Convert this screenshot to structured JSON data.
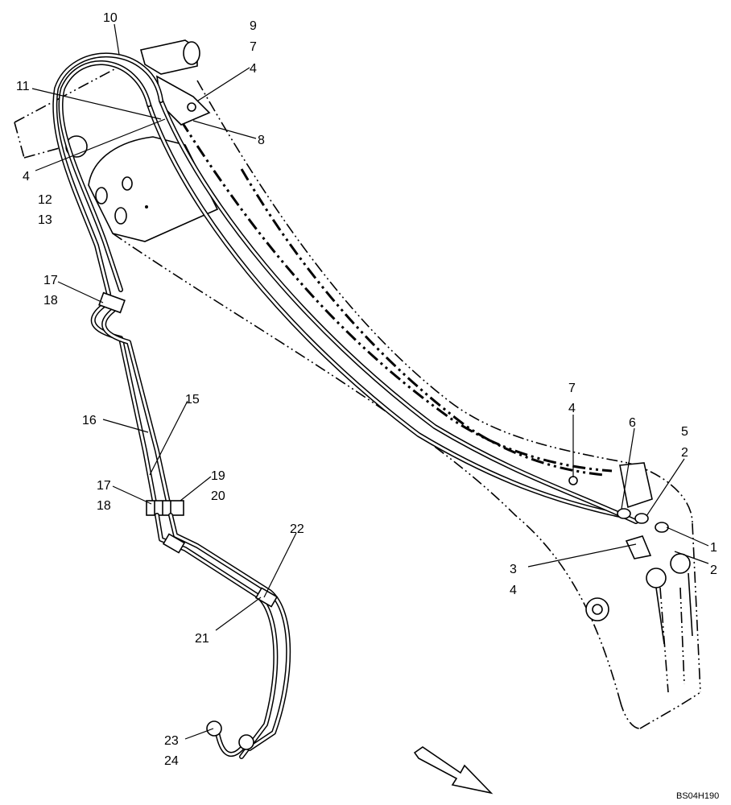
{
  "drawing_code": "BS04H190",
  "callouts": [
    {
      "id": "c10",
      "lines": [
        "10"
      ]
    },
    {
      "id": "c974",
      "lines": [
        "9",
        "7",
        "4"
      ]
    },
    {
      "id": "c11",
      "lines": [
        "11"
      ]
    },
    {
      "id": "c8",
      "lines": [
        "8"
      ]
    },
    {
      "id": "c4a",
      "lines": [
        "4"
      ]
    },
    {
      "id": "c1213",
      "lines": [
        "12",
        "13"
      ]
    },
    {
      "id": "c1718a",
      "lines": [
        "17",
        "18"
      ]
    },
    {
      "id": "c15",
      "lines": [
        "15"
      ]
    },
    {
      "id": "c16",
      "lines": [
        "16"
      ]
    },
    {
      "id": "c1718b",
      "lines": [
        "17",
        "18"
      ]
    },
    {
      "id": "c1920",
      "lines": [
        "19",
        "20"
      ]
    },
    {
      "id": "c22",
      "lines": [
        "22"
      ]
    },
    {
      "id": "c21",
      "lines": [
        "21"
      ]
    },
    {
      "id": "c2324",
      "lines": [
        "23",
        "24"
      ]
    },
    {
      "id": "c74",
      "lines": [
        "7",
        "4"
      ]
    },
    {
      "id": "c6",
      "lines": [
        "6"
      ]
    },
    {
      "id": "c52",
      "lines": [
        "5",
        "2"
      ]
    },
    {
      "id": "c1",
      "lines": [
        "1"
      ]
    },
    {
      "id": "c2",
      "lines": [
        "2"
      ]
    },
    {
      "id": "c34",
      "lines": [
        "3",
        "4"
      ]
    }
  ]
}
